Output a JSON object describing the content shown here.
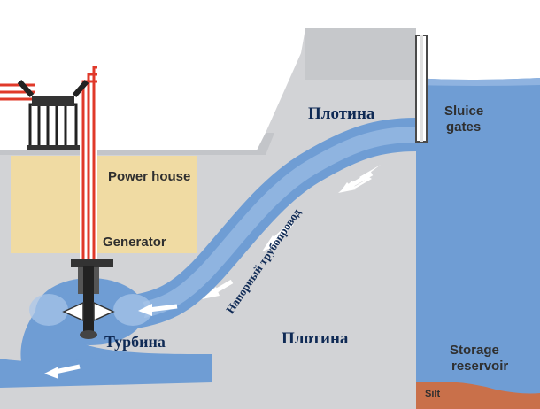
{
  "labels": {
    "dam_upper": "Плотина",
    "dam_lower": "Плотина",
    "sluice_line1": "Sluice",
    "sluice_line2": "gates",
    "power_house": "Power house",
    "generator": "Generator",
    "penstock": "Напорный трубопровод",
    "turbine": "Турбина",
    "storage_line1": "Storage",
    "storage_line2": "reservoir",
    "silt": "Silt"
  },
  "icons": [
    "generator-icon",
    "transmission-lines-icon",
    "sluice-gate-icon",
    "turbine-icon",
    "flow-arrow-icon"
  ],
  "colors": {
    "sky": "#ffffff",
    "dam_concrete": "#d2d3d6",
    "dam_shadow": "#bfc1c5",
    "water": "#6f9dd4",
    "water_light": "#a9c6ea",
    "power_house": "#f0dba3",
    "silt": "#c9704a",
    "cable_red": "#e0392a"
  }
}
